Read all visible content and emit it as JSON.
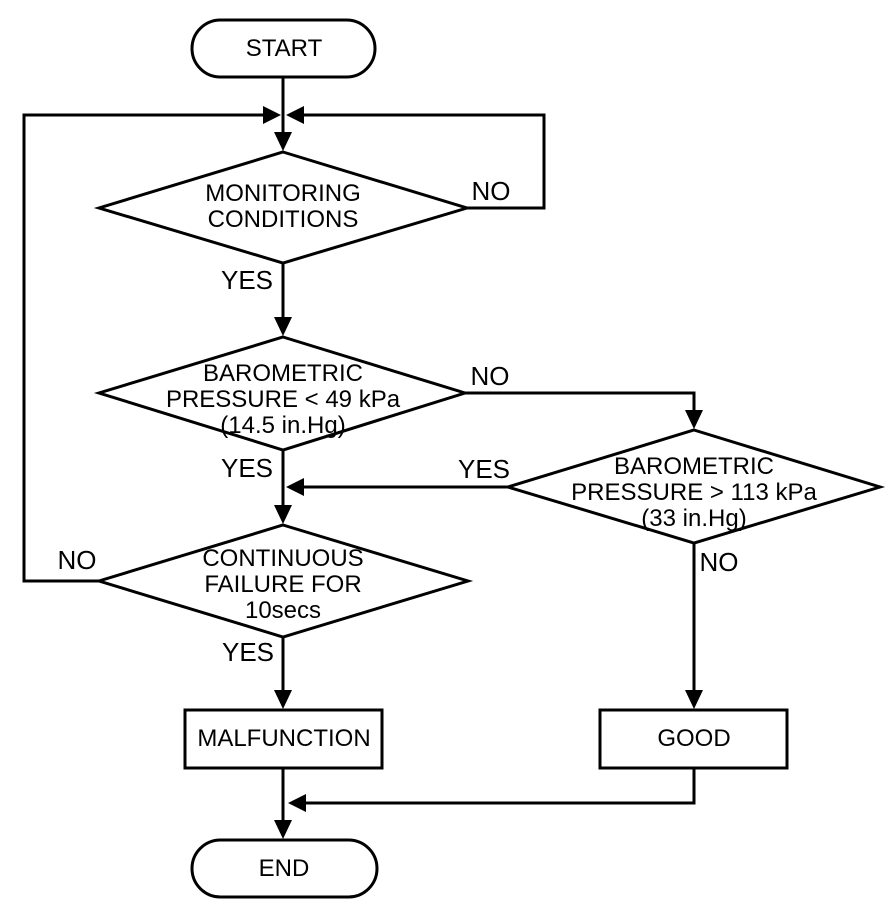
{
  "diagram": {
    "type": "flowchart",
    "colors": {
      "line": "#000000",
      "background": "#ffffff",
      "text": "#000000"
    },
    "nodes": {
      "start": {
        "type": "terminator",
        "label": "START"
      },
      "monitoring": {
        "type": "decision",
        "lines": [
          "MONITORING",
          "CONDITIONS"
        ]
      },
      "baro_low": {
        "type": "decision",
        "lines": [
          "BAROMETRIC",
          "PRESSURE < 49 kPa",
          "(14.5 in.Hg)"
        ]
      },
      "baro_high": {
        "type": "decision",
        "lines": [
          "BAROMETRIC",
          "PRESSURE > 113 kPa",
          "(33 in.Hg)"
        ]
      },
      "continuous": {
        "type": "decision",
        "lines": [
          "CONTINUOUS",
          "FAILURE FOR",
          "10secs"
        ]
      },
      "malfunction": {
        "type": "process",
        "label": "MALFUNCTION"
      },
      "good": {
        "type": "process",
        "label": "GOOD"
      },
      "end": {
        "type": "terminator",
        "label": "END"
      }
    },
    "edge_labels": {
      "monitoring_no": "NO",
      "monitoring_yes": "YES",
      "baro_low_no": "NO",
      "baro_low_yes": "YES",
      "baro_high_yes": "YES",
      "baro_high_no": "NO",
      "continuous_no": "NO",
      "continuous_yes": "YES"
    }
  }
}
